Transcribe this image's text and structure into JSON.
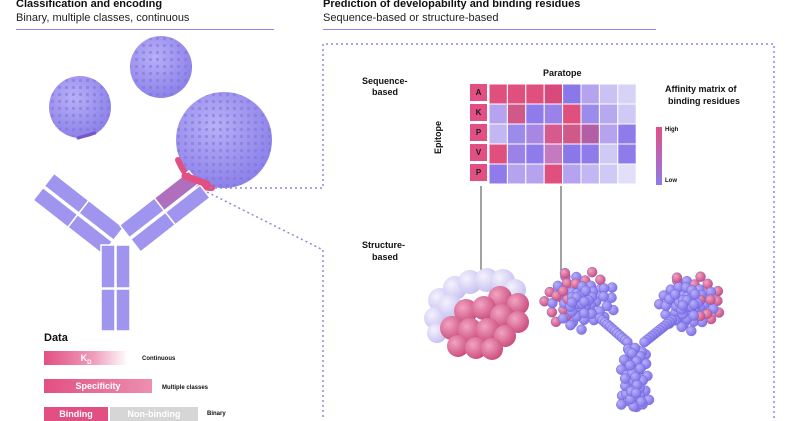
{
  "left": {
    "title": "Classification and encoding",
    "subtitle": "Binary, multiple classes, continuous"
  },
  "right": {
    "title": "Prediction of developability and binding residues",
    "subtitle": "Sequence-based or structure-based"
  },
  "data_panel": {
    "title": "Data",
    "kd_main": "K",
    "kd_sub": "D",
    "kd_desc": "Continuous",
    "specificity": "Specificity",
    "specificity_desc": "Multiple classes",
    "binding": "Binding",
    "non_binding": "Non-binding",
    "binary_desc": "Binary"
  },
  "matrix": {
    "sequence_label_1": "Sequence-",
    "sequence_label_2": "based",
    "structure_label_1": "Structure-",
    "structure_label_2": "based",
    "paratope": "Paratope",
    "epitope": "Epitope",
    "epitope_residues": [
      "A",
      "K",
      "P",
      "V",
      "P"
    ],
    "affinity_title_1": "Affinity matrix of",
    "affinity_title_2": "binding residues",
    "high": "High",
    "low": "Low",
    "cells": [
      [
        "#e0507f",
        "#e0507f",
        "#e0507f",
        "#d84a7c",
        "#8a78ea",
        "#b6a3ef",
        "#c9c2f3",
        "#d6d3f6"
      ],
      [
        "#b6a3ef",
        "#cf5a8a",
        "#8f7be9",
        "#9b82e9",
        "#e0507f",
        "#9b8cec",
        "#b6a9f0",
        "#cfc9f5"
      ],
      [
        "#c3b7f3",
        "#9b8cec",
        "#a886e4",
        "#d65a90",
        "#cf5a8a",
        "#b35fa8",
        "#b6a3ef",
        "#8f7be9"
      ],
      [
        "#e0507f",
        "#9b82e9",
        "#8f7be9",
        "#c47ac0",
        "#8a78ea",
        "#8f7be9",
        "#cfc9f5",
        "#8f7be9"
      ],
      [
        "#8f7be9",
        "#b6a3ef",
        "#b6a3ef",
        "#e0507f",
        "#b6a3ef",
        "#c3b7f3",
        "#cfc9f5",
        "#e2e0f8"
      ]
    ]
  },
  "colors": {
    "accent": "#8f86e6",
    "pink": "#e24f83",
    "lavender": "#9f95ee",
    "grey": "#d6d6d6"
  }
}
